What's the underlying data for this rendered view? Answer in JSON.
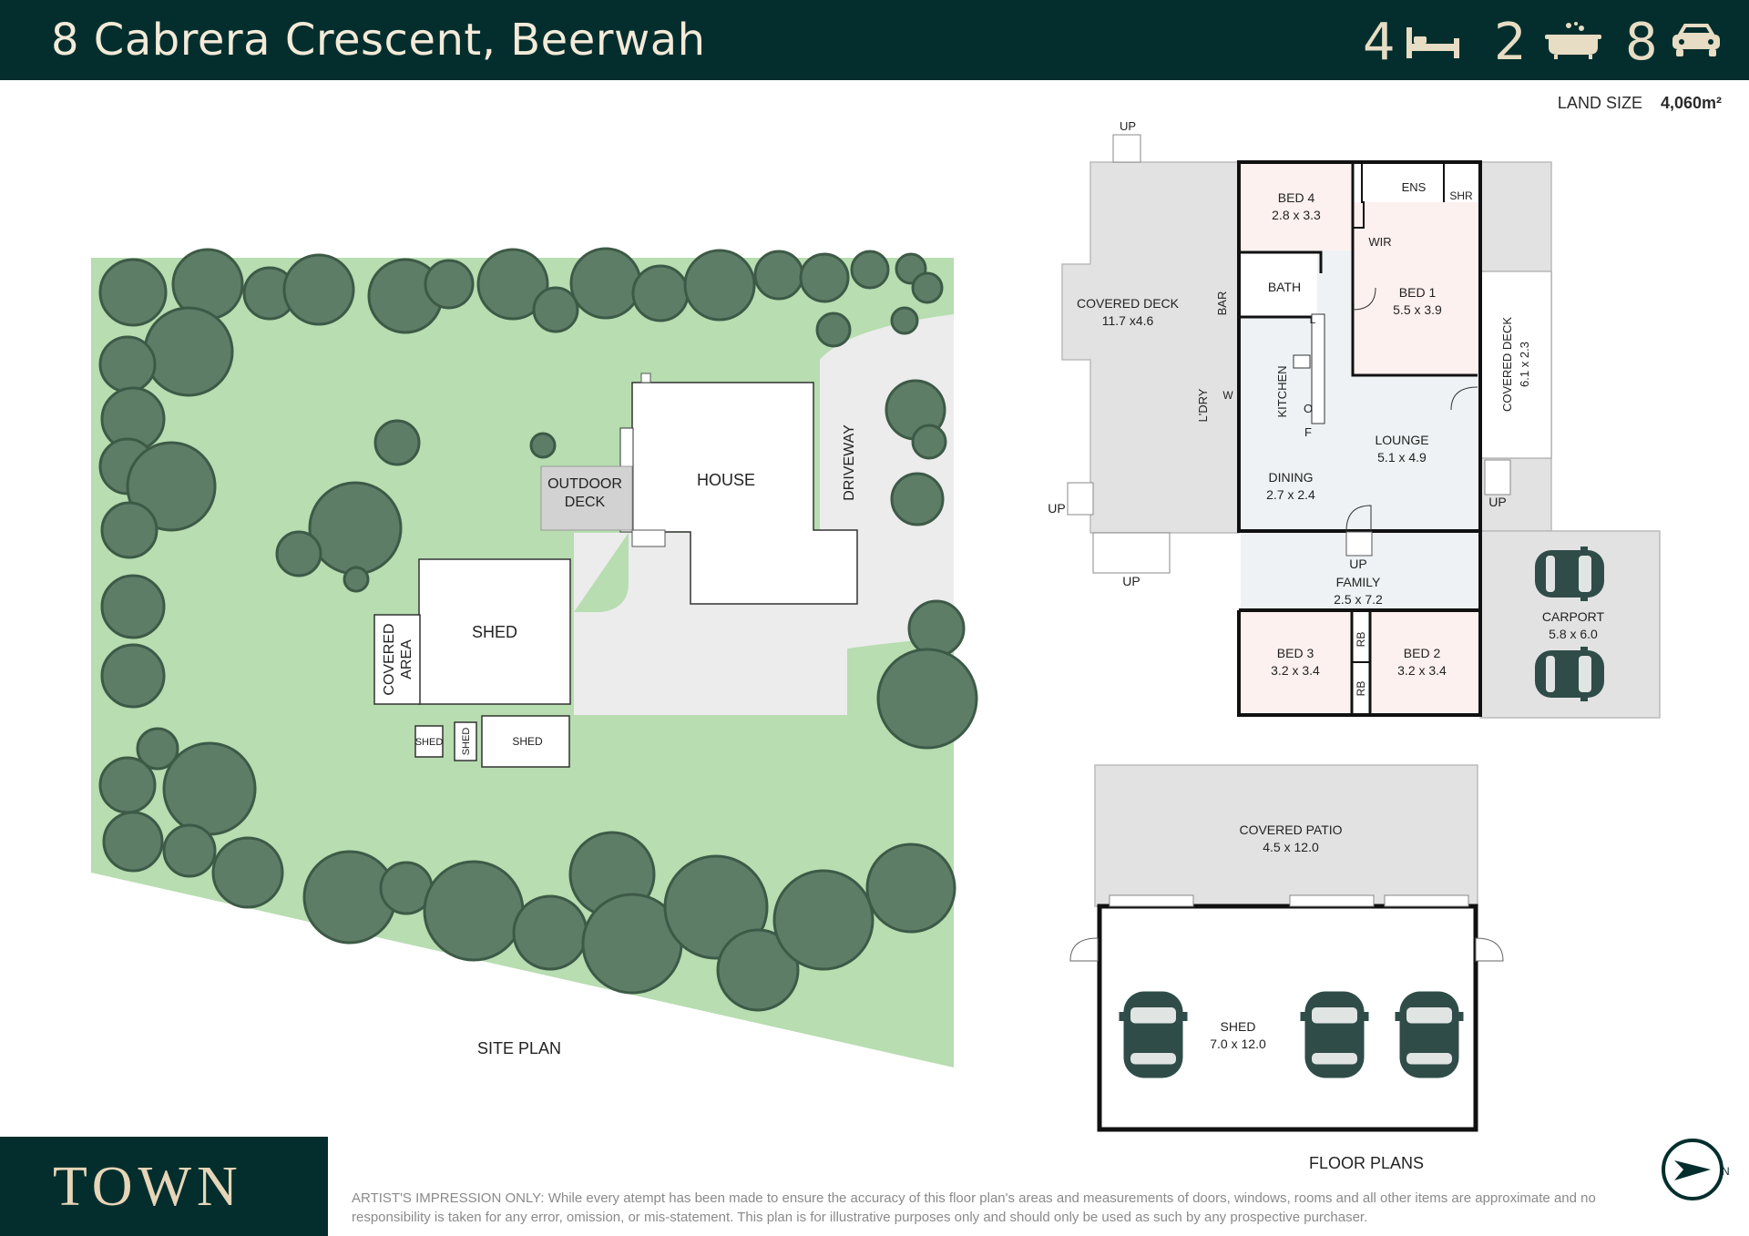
{
  "header": {
    "title": "8 Cabrera Crescent, Beerwah",
    "beds": "4",
    "baths": "2",
    "cars": "8"
  },
  "land": {
    "label": "LAND SIZE",
    "value": "4,060m²"
  },
  "site_plan": {
    "caption": "SITE PLAN",
    "house": "HOUSE",
    "outdoor_deck_1": "OUTDOOR",
    "outdoor_deck_2": "DECK",
    "driveway": "DRIVEWAY",
    "shed_main": "SHED",
    "covered_area_1": "COVERED",
    "covered_area_2": "AREA",
    "shed_small_1": "SHED",
    "shed_small_2": "SHED",
    "shed_small_3": "SHED"
  },
  "floor_plan": {
    "caption": "FLOOR PLANS",
    "up": "UP",
    "rooms": {
      "covered_deck_w": {
        "name": "COVERED DECK",
        "size": "11.7 x4.6"
      },
      "bed4": {
        "name": "BED 4",
        "size": "2.8 x 3.3"
      },
      "ens": "ENS",
      "shr": "SHR",
      "wir": "WIR",
      "bath": "BATH",
      "bar": "BAR",
      "l": "L",
      "bed1": {
        "name": "BED 1",
        "size": "5.5 x 3.9"
      },
      "covered_deck_e": {
        "name": "COVERED DECK",
        "size": "6.1 x 2.3"
      },
      "kitchen": "KITCHEN",
      "o": "O",
      "f": "F",
      "w": "W",
      "ldry": "L'DRY",
      "lounge": {
        "name": "LOUNGE",
        "size": "5.1 x 4.9"
      },
      "dining": {
        "name": "DINING",
        "size": "2.7 x 2.4"
      },
      "family": {
        "name": "FAMILY",
        "size": "2.5 x 7.2"
      },
      "carport": {
        "name": "CARPORT",
        "size": "5.8 x 6.0"
      },
      "bed3": {
        "name": "BED 3",
        "size": "3.2 x 3.4"
      },
      "bed2": {
        "name": "BED 2",
        "size": "3.2 x 3.4"
      },
      "rb": "RB",
      "covered_patio": {
        "name": "COVERED PATIO",
        "size": "4.5 x 12.0"
      },
      "shed": {
        "name": "SHED",
        "size": "7.0 x 12.0"
      }
    }
  },
  "footer": {
    "logo": "TOWN",
    "disclaimer": "ARTIST'S IMPRESSION ONLY: While every atempt has been made to ensure the accuracy of this floor plan's areas and measurements of doors, windows, rooms and all other items are approximate and no responsibility is taken for any error, omission, or mis-statement. This plan is for illustrative purposes only and should only be used as such by any prospective purchaser.",
    "compass_letter": "N"
  },
  "colors": {
    "brand": "#032e2d",
    "accent": "#e7dcc4",
    "lawn": "#b7ddb0",
    "tree": "#5d7d67",
    "room_pink": "#fdf1ef",
    "deck_grey": "#e2e2e2"
  }
}
